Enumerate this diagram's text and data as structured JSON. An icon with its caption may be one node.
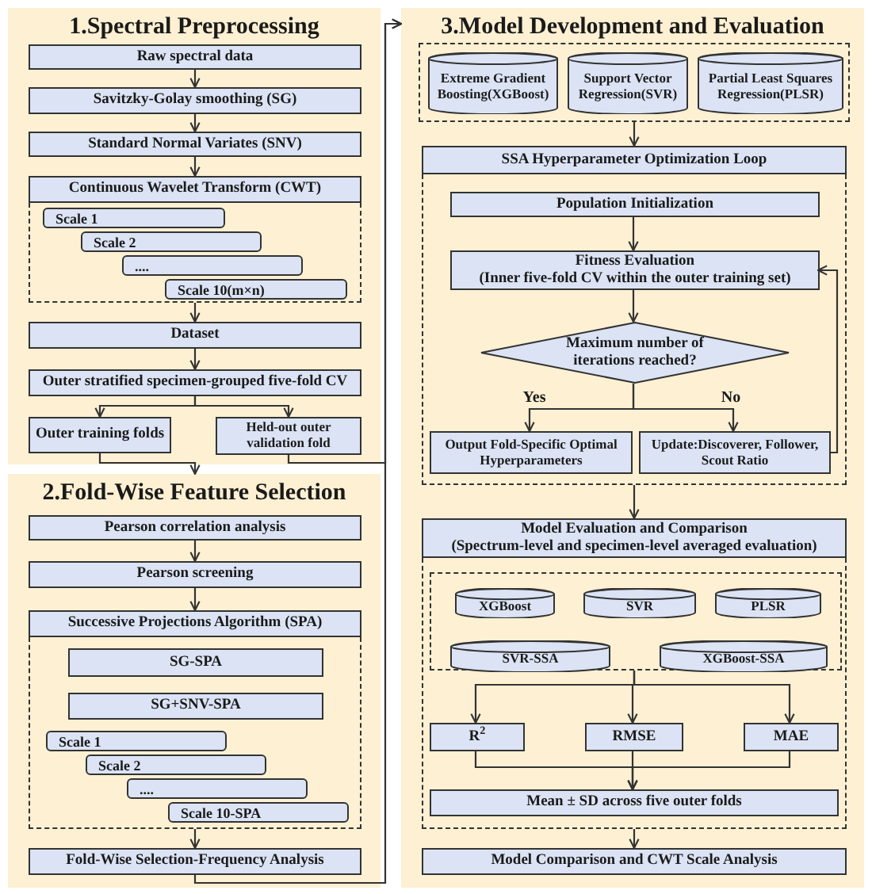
{
  "diagram": {
    "nodes": [
      {
        "text": [
          "1.Spectral Preprocessing"
        ]
      },
      {
        "text": [
          "Raw spectral data"
        ],
        "in": 0
      },
      {
        "text": [
          "Savitzky-Golay smoothing (SG)"
        ],
        "in": 0
      },
      {
        "text": [
          "Standard Normal Variates (SNV)"
        ],
        "in": 0
      },
      {
        "text": [
          "Continuous Wavelet Transform (CWT)"
        ],
        "in": 0
      },
      {
        "text": [],
        "shape": "box",
        "in": 0
      },
      {
        "text": [
          "Scale 1"
        ],
        "in": 5
      },
      {
        "text": [
          "Scale 2"
        ],
        "in": 5
      },
      {
        "text": [
          "...."
        ],
        "in": 5
      },
      {
        "text": [
          "Scale 10(m×n)"
        ],
        "in": 5
      },
      {
        "text": [
          "Dataset"
        ],
        "in": 0
      },
      {
        "text": [
          "Outer stratified specimen-grouped five-fold CV"
        ],
        "in": 0
      },
      {
        "text": [
          "Outer training folds"
        ],
        "in": 0
      },
      {
        "text": [
          "Held-out outer validation fold"
        ],
        "in": 0
      },
      {
        "text": [
          "2.Fold-Wise Feature Selection"
        ]
      },
      {
        "text": [
          "Pearson correlation analysis"
        ],
        "in": 14
      },
      {
        "text": [
          "Pearson screening"
        ],
        "in": 14
      },
      {
        "text": [
          "Successive Projections Algorithm (SPA)"
        ],
        "in": 14
      },
      {
        "text": [],
        "shape": "box",
        "in": 14
      },
      {
        "text": [
          "SG-SPA"
        ],
        "in": 18
      },
      {
        "text": [
          "SG+SNV-SPA"
        ],
        "in": 18
      },
      {
        "text": [
          "Scale 1"
        ],
        "in": 18
      },
      {
        "text": [
          "Scale 2"
        ],
        "in": 18
      },
      {
        "text": [
          "...."
        ],
        "in": 18
      },
      {
        "text": [
          "Scale 10-SPA"
        ],
        "in": 18
      },
      {
        "text": [
          "Fold-Wise Selection-Frequency Analysis"
        ],
        "in": 14
      },
      {
        "text": [
          "3.Model Development and Evaluation"
        ]
      },
      {
        "text": [],
        "shape": "box",
        "in": 26
      },
      {
        "text": [
          "Extreme Gradient Boosting(XGBoost)"
        ],
        "in": 27
      },
      {
        "text": [
          "Support Vector Regression(SVR)"
        ],
        "in": 27
      },
      {
        "text": [
          "Partial Least Squares Regression(PLSR)"
        ],
        "in": 27
      },
      {
        "text": [
          "SSA Hyperparameter Optimization Loop"
        ],
        "in": 26
      },
      {
        "text": [],
        "shape": "box",
        "in": 26
      },
      {
        "text": [
          "Population Initialization"
        ],
        "in": 32
      },
      {
        "text": [
          "Fitness Evaluation",
          "(Inner five-fold CV within the outer training set)"
        ],
        "in": 32
      },
      {
        "text": [
          "Maximum number of iterations reached?"
        ],
        "in": 32
      },
      {
        "text": [
          "Output Fold-Specific Optimal Hyperparameters"
        ],
        "in": 32
      },
      {
        "text": [
          "Update:Discoverer, Follower, Scout Ratio"
        ],
        "in": 32
      },
      {
        "text": [
          "Model Evaluation and Comparison",
          "(Spectrum-level and specimen-level averaged evaluation)"
        ],
        "in": 26
      },
      {
        "text": [],
        "shape": "box",
        "in": 26
      },
      {
        "text": [],
        "shape": "box",
        "in": 39
      },
      {
        "text": [
          "XGBoost"
        ],
        "in": 40
      },
      {
        "text": [
          "SVR"
        ],
        "in": 40
      },
      {
        "text": [
          "PLSR"
        ],
        "in": 40
      },
      {
        "text": [
          "SVR-SSA"
        ],
        "in": 40
      },
      {
        "text": [
          "XGBoost-SSA"
        ],
        "in": 40
      },
      {
        "text": [
          "R$^{2}$"
        ],
        "in": 39
      },
      {
        "text": [
          "RMSE"
        ],
        "in": 39
      },
      {
        "text": [
          "MAE"
        ],
        "in": 39
      },
      {
        "text": [
          "Mean ± SD across five outer folds"
        ],
        "in": 39
      },
      {
        "text": [
          "Model Comparison and CWT Scale Analysis"
        ],
        "in": 26
      }
    ],
    "edges": [
      {
        "from": 1,
        "to": 2,
        "arrow": "to"
      },
      {
        "from": 2,
        "to": 3,
        "arrow": "to"
      },
      {
        "from": 3,
        "to": 4,
        "arrow": "to"
      },
      {
        "from": 5,
        "to": 10,
        "arrow": "to"
      },
      {
        "from": 10,
        "to": 11,
        "arrow": "to"
      },
      {
        "from": 11,
        "to": 12,
        "arrow": "to"
      },
      {
        "from": 11,
        "to": 13,
        "arrow": "to"
      },
      {
        "from": 12,
        "to": 14,
        "arrow": "to"
      },
      {
        "from": 13,
        "to": 26,
        "arrow": "to"
      },
      {
        "from": 15,
        "to": 16,
        "arrow": "to"
      },
      {
        "from": 16,
        "to": 17,
        "arrow": "to"
      },
      {
        "from": 18,
        "to": 25,
        "arrow": "to"
      },
      {
        "from": 25,
        "to": 26,
        "arrow": "to"
      },
      {
        "from": 27,
        "to": 31,
        "arrow": "to"
      },
      {
        "from": 33,
        "to": 34,
        "arrow": "to"
      },
      {
        "from": 34,
        "to": 35,
        "arrow": "to"
      },
      {
        "from": 35,
        "to": 36,
        "arrow": "to",
        "label": "Yes"
      },
      {
        "from": 35,
        "to": 37,
        "arrow": "to",
        "label": "No"
      },
      {
        "from": 37,
        "to": 34,
        "arrow": "to"
      },
      {
        "from": 32,
        "to": 38,
        "arrow": "to"
      },
      {
        "from": 40,
        "to": 46,
        "arrow": "to"
      },
      {
        "from": 40,
        "to": 47,
        "arrow": "to"
      },
      {
        "from": 40,
        "to": 48,
        "arrow": "to"
      },
      {
        "from": 46,
        "to": 49,
        "arrow": "to"
      },
      {
        "from": 47,
        "to": 49,
        "arrow": "to"
      },
      {
        "from": 48,
        "to": 49,
        "arrow": "to"
      },
      {
        "from": 39,
        "to": 50,
        "arrow": "to"
      }
    ]
  }
}
